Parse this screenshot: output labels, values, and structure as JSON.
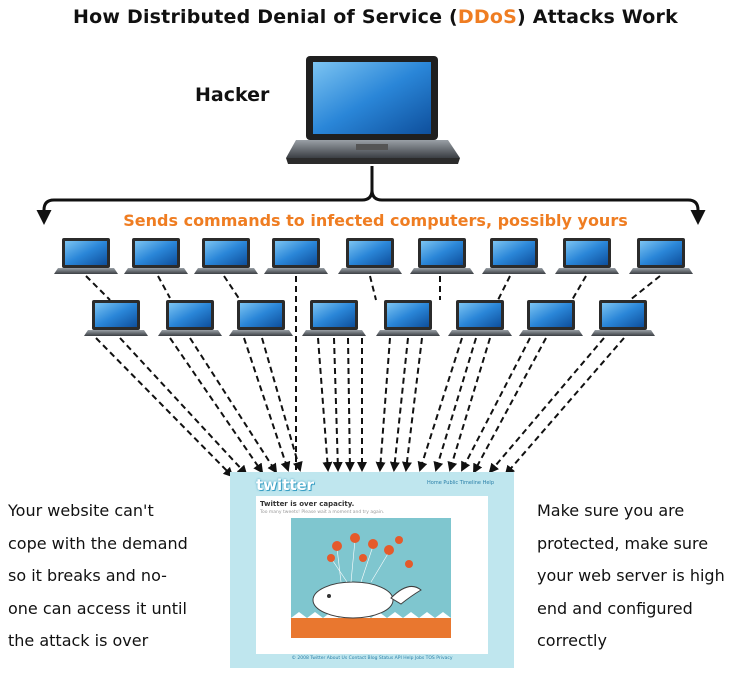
{
  "header": {
    "title_before": "How Distributed Denial of Service (",
    "title_accent": "DDoS",
    "title_after": ") Attacks Work"
  },
  "hacker": {
    "label": "Hacker"
  },
  "commands": {
    "label": "Sends commands to infected computers, possibly yours"
  },
  "notes": {
    "left": [
      "Your website can't",
      "cope with the demand",
      "so it breaks and no-",
      "one can access it until",
      "the attack is over"
    ],
    "right": [
      "Make sure you are",
      "protected, make sure",
      "your web server is high",
      "end and configured",
      "correctly"
    ]
  },
  "website": {
    "logo": "twitter",
    "nav": "Home  Public Timeline  Help",
    "message": "Twitter is over capacity.",
    "submessage": "Too many tweets! Please wait a moment and try again.",
    "footer": "© 2008 Twitter  About Us  Contact  Blog  Status  API  Help  Jobs  TOS  Privacy"
  },
  "colors": {
    "accent": "#ef7d22",
    "laptop_screen": "#2a86d8",
    "site_background": "#bfe6ee"
  },
  "icons": {
    "computer": "laptop-icon",
    "site": "fail-whale-icon"
  }
}
